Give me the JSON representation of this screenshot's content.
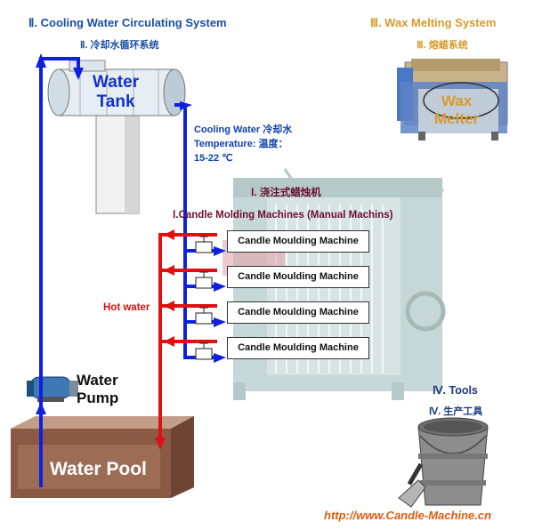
{
  "section2": {
    "title": "Ⅱ. Cooling Water Circulating System",
    "subtitle": "Ⅱ. 冷却水循环系统"
  },
  "section3": {
    "title": "Ⅲ.  Wax Melting System",
    "subtitle": "Ⅲ. 熔蜡系统",
    "melter_label_line1": "Wax",
    "melter_label_line2": "Melter"
  },
  "water_tank": {
    "line1": "Water",
    "line2": "Tank"
  },
  "cooling_water": {
    "line1": "Cooling Water  冷却水",
    "line2": "Temperature:    温度：",
    "line3": "15-22 ℃"
  },
  "section1": {
    "title_cn": "Ⅰ. 浇注式蜡烛机",
    "title_en": "Ⅰ.Candle Molding Machines (Manual Machins)"
  },
  "machines": [
    "Candle Moulding Machine",
    "Candle Moulding Machine",
    "Candle Moulding Machine",
    "Candle Moulding Machine"
  ],
  "hot_water": "Hot water",
  "water_pump": {
    "line1": "Water",
    "line2": "Pump"
  },
  "water_pool": "Water Pool",
  "section4": {
    "title": "Ⅳ. Tools",
    "subtitle": "Ⅳ. 生产工具"
  },
  "website": "http://www.Candle-Machine.cn",
  "colors": {
    "cold_pipe": "#1020e0",
    "hot_pipe": "#e01010",
    "title_blue": "#1a4fa3",
    "title_orange": "#d89a2b",
    "url_orange": "#e05a10"
  }
}
